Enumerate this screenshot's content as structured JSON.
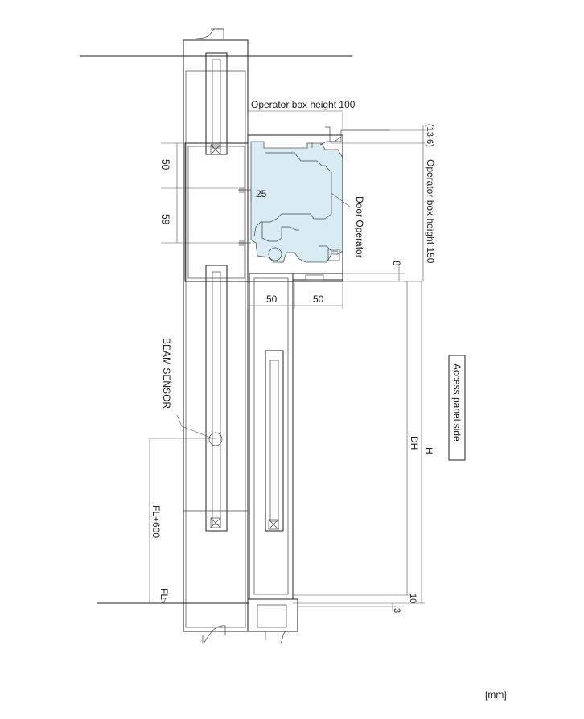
{
  "labels": {
    "operator_box_100": "Operator box height 100",
    "operator_box_150": "Operator box height 150",
    "dim_13_6": "(13.6)",
    "door_operator": "Door Operator",
    "dim_50_top": "50",
    "dim_59": "59",
    "dim_25": "25",
    "dim_8": "8",
    "dim_50_a": "50",
    "dim_50_b": "50",
    "beam_sensor": "BEAM SENSOR",
    "fl_600": "FL+600",
    "fl": "FL",
    "dh": "DH",
    "h": "H",
    "dim_10": "10",
    "dim_3": "3",
    "access_panel": "Access panel side",
    "unit": "[mm]"
  },
  "colors": {
    "operator_fill": "#d9ecf3",
    "line": "#222222"
  }
}
